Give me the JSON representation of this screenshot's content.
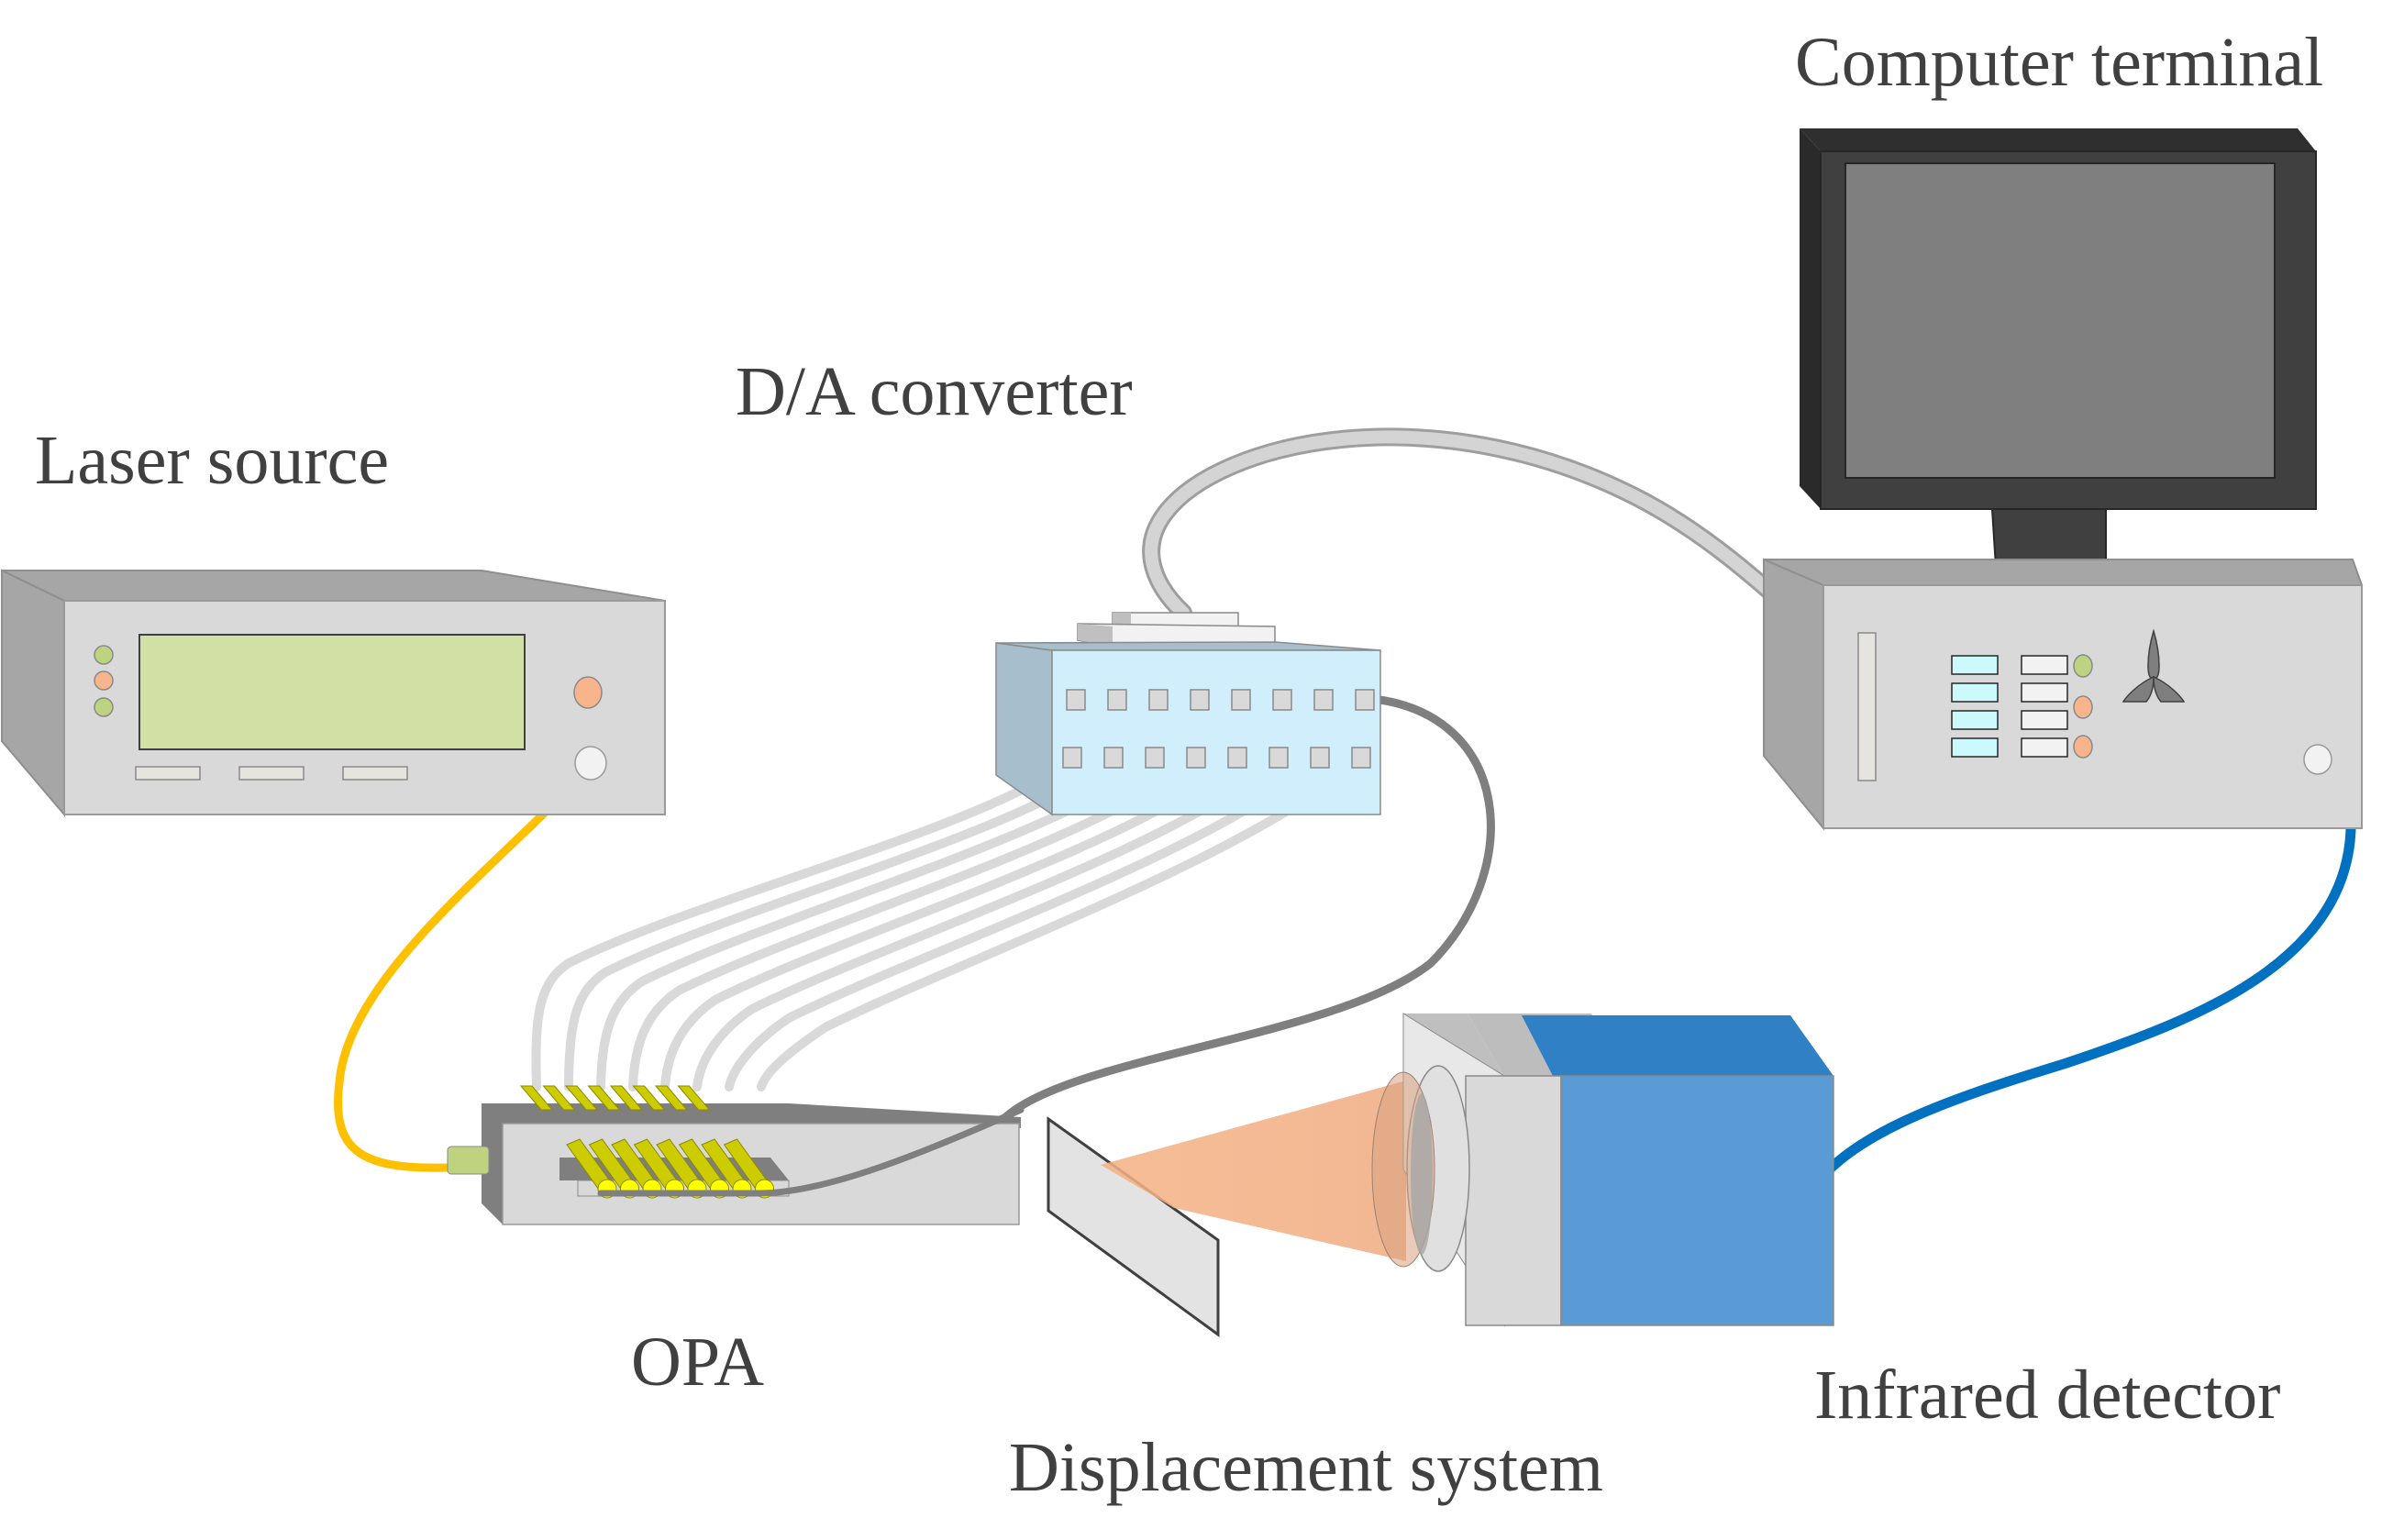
{
  "figure": {
    "title": "Experimental setup for OPA infrared beam measurement",
    "labels": {
      "laser_source": "Laser source",
      "da_converter": "D/A converter",
      "computer_terminal": "Computer terminal",
      "opa": "OPA",
      "displacement_system": "Displacement system",
      "infrared_detector": "Infrared detector"
    }
  },
  "components": [
    {
      "id": "laser-source",
      "label": "Laser source",
      "indicators": [
        "green",
        "orange",
        "green"
      ],
      "buttons": 3,
      "has_display": true
    },
    {
      "id": "da-converter",
      "label": "D/A converter",
      "ports_per_row": 8,
      "rows": 2
    },
    {
      "id": "computer-terminal",
      "label": "Computer terminal",
      "key_rows": 4,
      "indicators": [
        "green",
        "orange",
        "orange"
      ]
    },
    {
      "id": "opa",
      "label": "OPA",
      "phase_shifter_channels": 8
    },
    {
      "id": "displacement-system",
      "label": "Displacement system"
    },
    {
      "id": "infrared-detector",
      "label": "Infrared detector"
    }
  ],
  "connections": [
    {
      "from": "laser-source",
      "to": "opa",
      "type": "optical fiber",
      "color": "#FFC000"
    },
    {
      "from": "da-converter",
      "to": "opa",
      "type": "8 control wires",
      "color": "#D9D9D9"
    },
    {
      "from": "da-converter",
      "to": "opa",
      "type": "ground wire",
      "color": "#7F7F7F"
    },
    {
      "from": "computer-terminal",
      "to": "da-converter",
      "type": "data cable",
      "color": "#BFBFBF"
    },
    {
      "from": "infrared-detector",
      "to": "computer-terminal",
      "type": "signal cable",
      "color": "#0070C0"
    },
    {
      "from": "opa",
      "to": "infrared-detector",
      "type": "emitted beam",
      "color": "#F4B183"
    }
  ],
  "colors": {
    "device_front": "#D9D9D9",
    "device_top": "#A6A6A6",
    "lcd": "#D3E0A5",
    "indicator_green": "#BDD37F",
    "indicator_orange": "#F8B58C",
    "converter_front": "#D0EEFC",
    "converter_side": "#A7BFCC",
    "monitor_frame": "#404040",
    "monitor_screen": "#7F7F7F",
    "detector_blue": "#5B9BD5",
    "detector_blue_top": "#2F80C4",
    "phase_shifter": "#CCCC00",
    "beam": "#F4B183"
  }
}
